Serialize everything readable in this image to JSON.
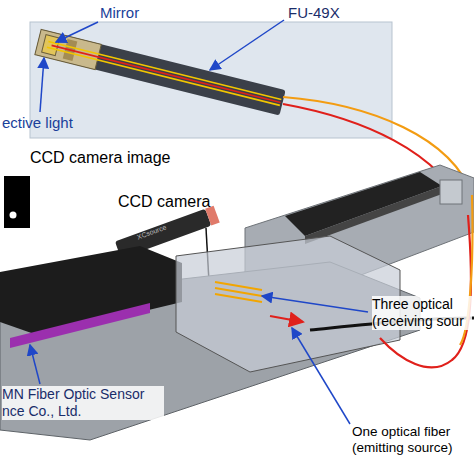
{
  "diagram": {
    "labels": [
      "Mirror",
      "FU-49X",
      "ective light",
      "CCD camera image",
      "XCsource",
      "CCD camera",
      "Three optical (receiving sour",
      "MN Fiber Optic Sensor nce Co., Ltd.",
      "One optical fiber (emitting source)"
    ]
  }
}
